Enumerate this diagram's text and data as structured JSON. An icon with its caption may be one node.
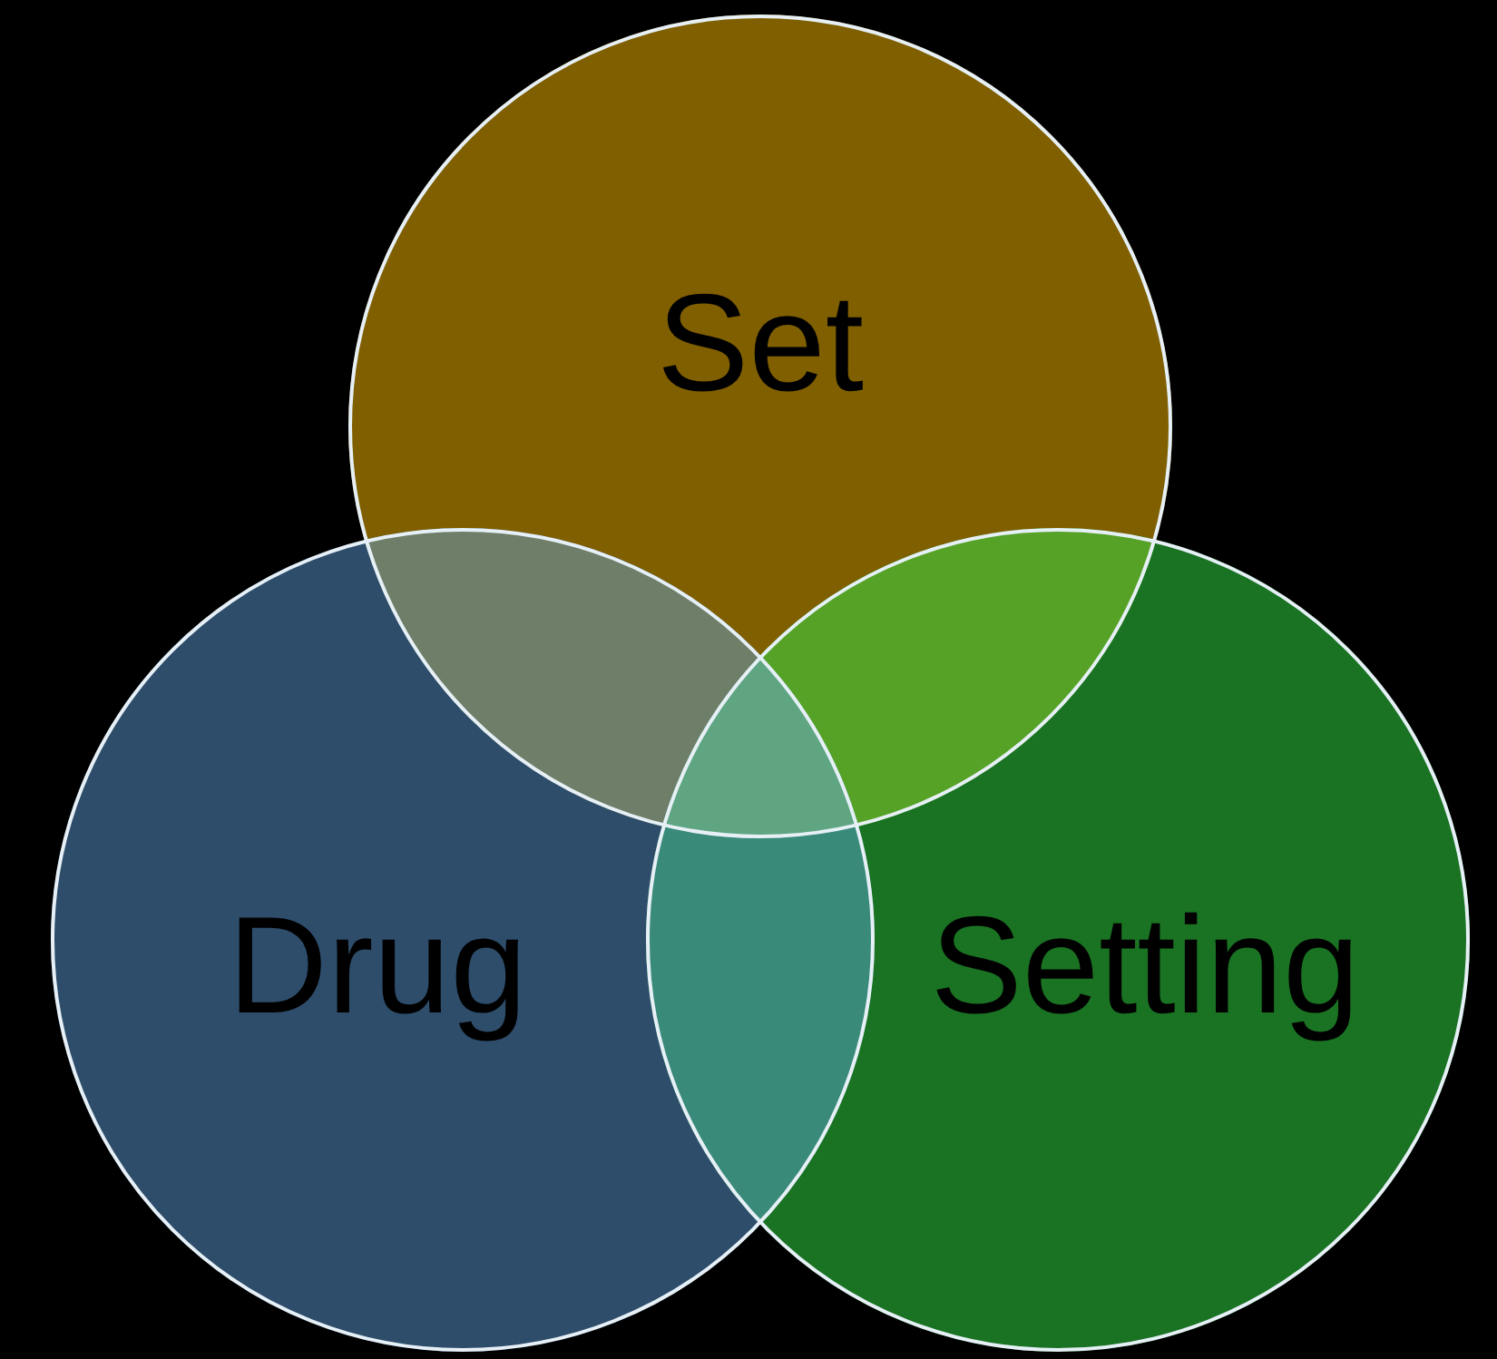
{
  "diagram": {
    "nodes": [
      {
        "text": [
          "Set"
        ]
      },
      {
        "text": [
          "Drug"
        ]
      },
      {
        "text": [
          "Setting"
        ]
      }
    ]
  }
}
